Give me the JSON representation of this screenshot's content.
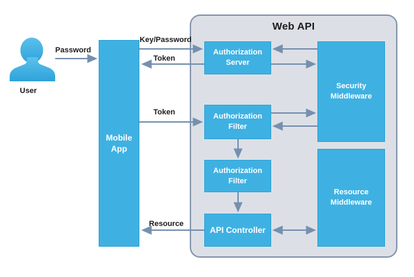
{
  "diagram": {
    "title": "Web API",
    "actor": {
      "label": "User"
    },
    "nodes": {
      "mobile_app": {
        "label": "Mobile App"
      },
      "authorization_server": {
        "label": "Authorization Server"
      },
      "security_middleware": {
        "label": "Security Middleware"
      },
      "authorization_filter_top": {
        "label": "Authorization Filter"
      },
      "authorization_filter_bottom": {
        "label": "Authorization Filter"
      },
      "resource_middleware": {
        "label": "Resource Middleware"
      },
      "api_controller": {
        "label": "API Controller"
      }
    },
    "edges": {
      "password": {
        "label": "Password",
        "from": "User",
        "to": "Mobile App"
      },
      "key_password": {
        "label": "Key/Password",
        "from": "Mobile App",
        "to": "Authorization Server"
      },
      "token_auth": {
        "label": "Token",
        "from": "Authorization Server",
        "to": "Mobile App"
      },
      "token_filter": {
        "label": "Token",
        "from": "Mobile App",
        "to": "Authorization Filter"
      },
      "resource": {
        "label": "Resource",
        "from": "API Controller",
        "to": "Mobile App"
      }
    },
    "colors": {
      "node_fill": "#3EB1E2",
      "node_text": "#FFFFFF",
      "container_fill": "#DCE0E6",
      "container_border": "#8596AB",
      "arrow": "#7590AF",
      "label_text": "#1B1B1B"
    }
  }
}
